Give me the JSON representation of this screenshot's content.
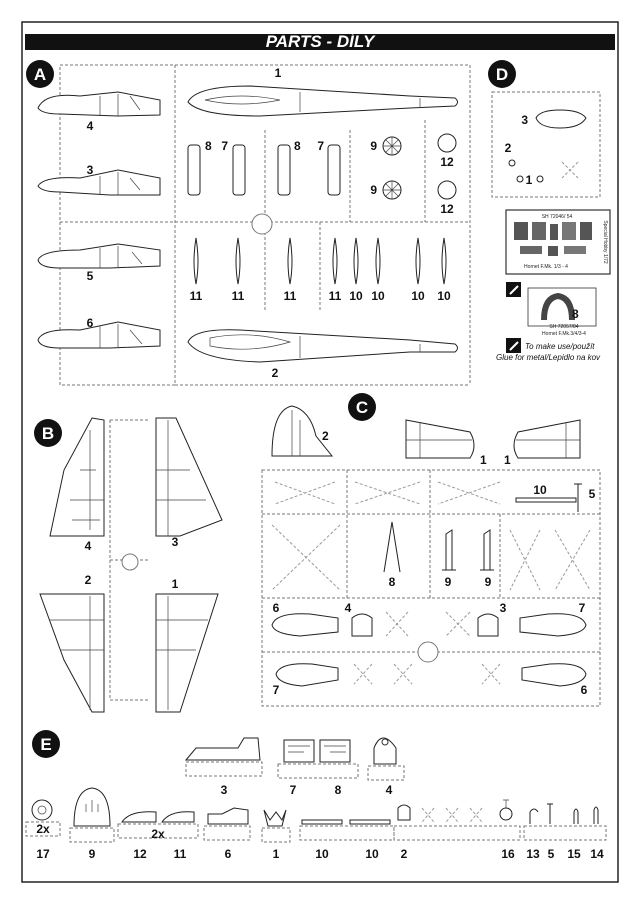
{
  "header": {
    "title": "PARTS  -  DÍLY"
  },
  "sections": {
    "a": "A",
    "b": "B",
    "c": "C",
    "d": "D",
    "e": "E"
  },
  "labels": {
    "a1": "1",
    "a2": "2",
    "a3": "3",
    "a4": "4",
    "a5": "5",
    "a6": "6",
    "a7": "7",
    "a7b": "7",
    "a8": "8",
    "a8b": "8",
    "a9": "9",
    "a9b": "9",
    "a12": "12",
    "a12b": "12",
    "a11": "11",
    "a11b": "11",
    "a11c": "11",
    "a11d": "11",
    "a10": "10",
    "a10b": "10",
    "a10c": "10",
    "a10d": "10",
    "b1": "1",
    "b2": "2",
    "b3": "3",
    "b4": "4",
    "c1": "1",
    "c1b": "1",
    "c2": "2",
    "c3": "3",
    "c4": "4",
    "c5": "5",
    "c6": "6",
    "c6b": "6",
    "c7": "7",
    "c7b": "7",
    "c8": "8",
    "c9": "9",
    "c9b": "9",
    "c10": "10",
    "d1": "1",
    "d2": "2",
    "d3": "3",
    "d8": "8",
    "e1": "1",
    "e2": "2",
    "e3": "3",
    "e4": "4",
    "e5": "5",
    "e6": "6",
    "e7": "7",
    "e8": "8",
    "e9": "9",
    "e10": "10",
    "e10b": "10",
    "e11": "11",
    "e12": "12",
    "e13": "13",
    "e14": "14",
    "e15": "15",
    "e16": "16",
    "e17": "17",
    "e2x": "2x",
    "e2xb": "2x"
  },
  "photoetch": {
    "sheet_code": "SH 72046/ 54",
    "sheet_name": "Hornet F.Mk. 1/3 - 4",
    "side_text": "Special Hobby 1/72",
    "mask_code": "SH 72057/84",
    "mask_name": "Hornet F.Mk.3/4/3-4"
  },
  "note": {
    "line1": "To make use/použít",
    "line2": "Glue for metal/Lepidlo na kov"
  },
  "icons": {
    "tool_a": "glue-brush-icon",
    "tool_b": "glue-brush-icon"
  }
}
